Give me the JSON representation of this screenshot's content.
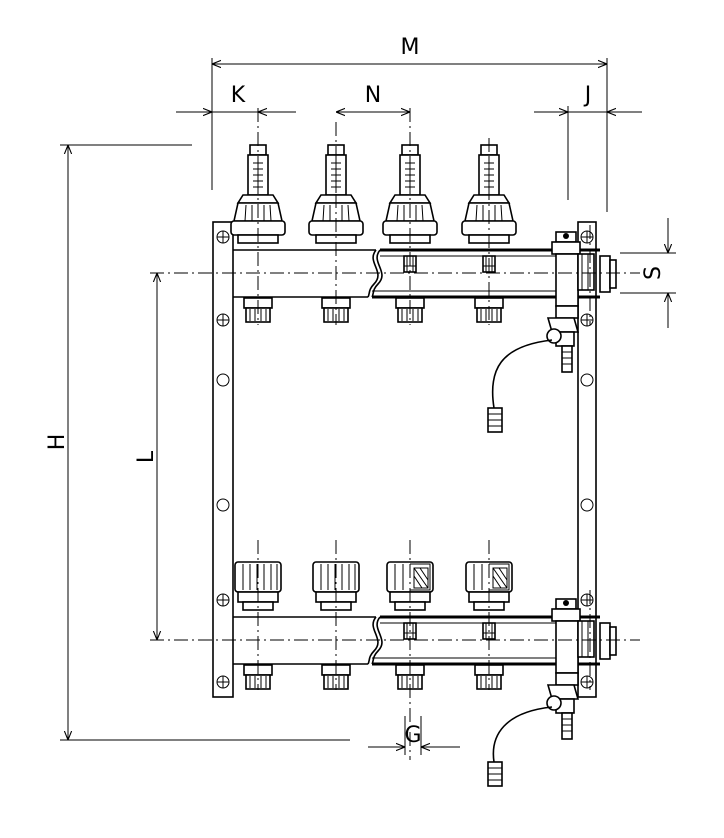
{
  "dimensions": {
    "M": "M",
    "K": "K",
    "N": "N",
    "J": "J",
    "S": "S",
    "H": "H",
    "L": "L",
    "G": "G"
  }
}
